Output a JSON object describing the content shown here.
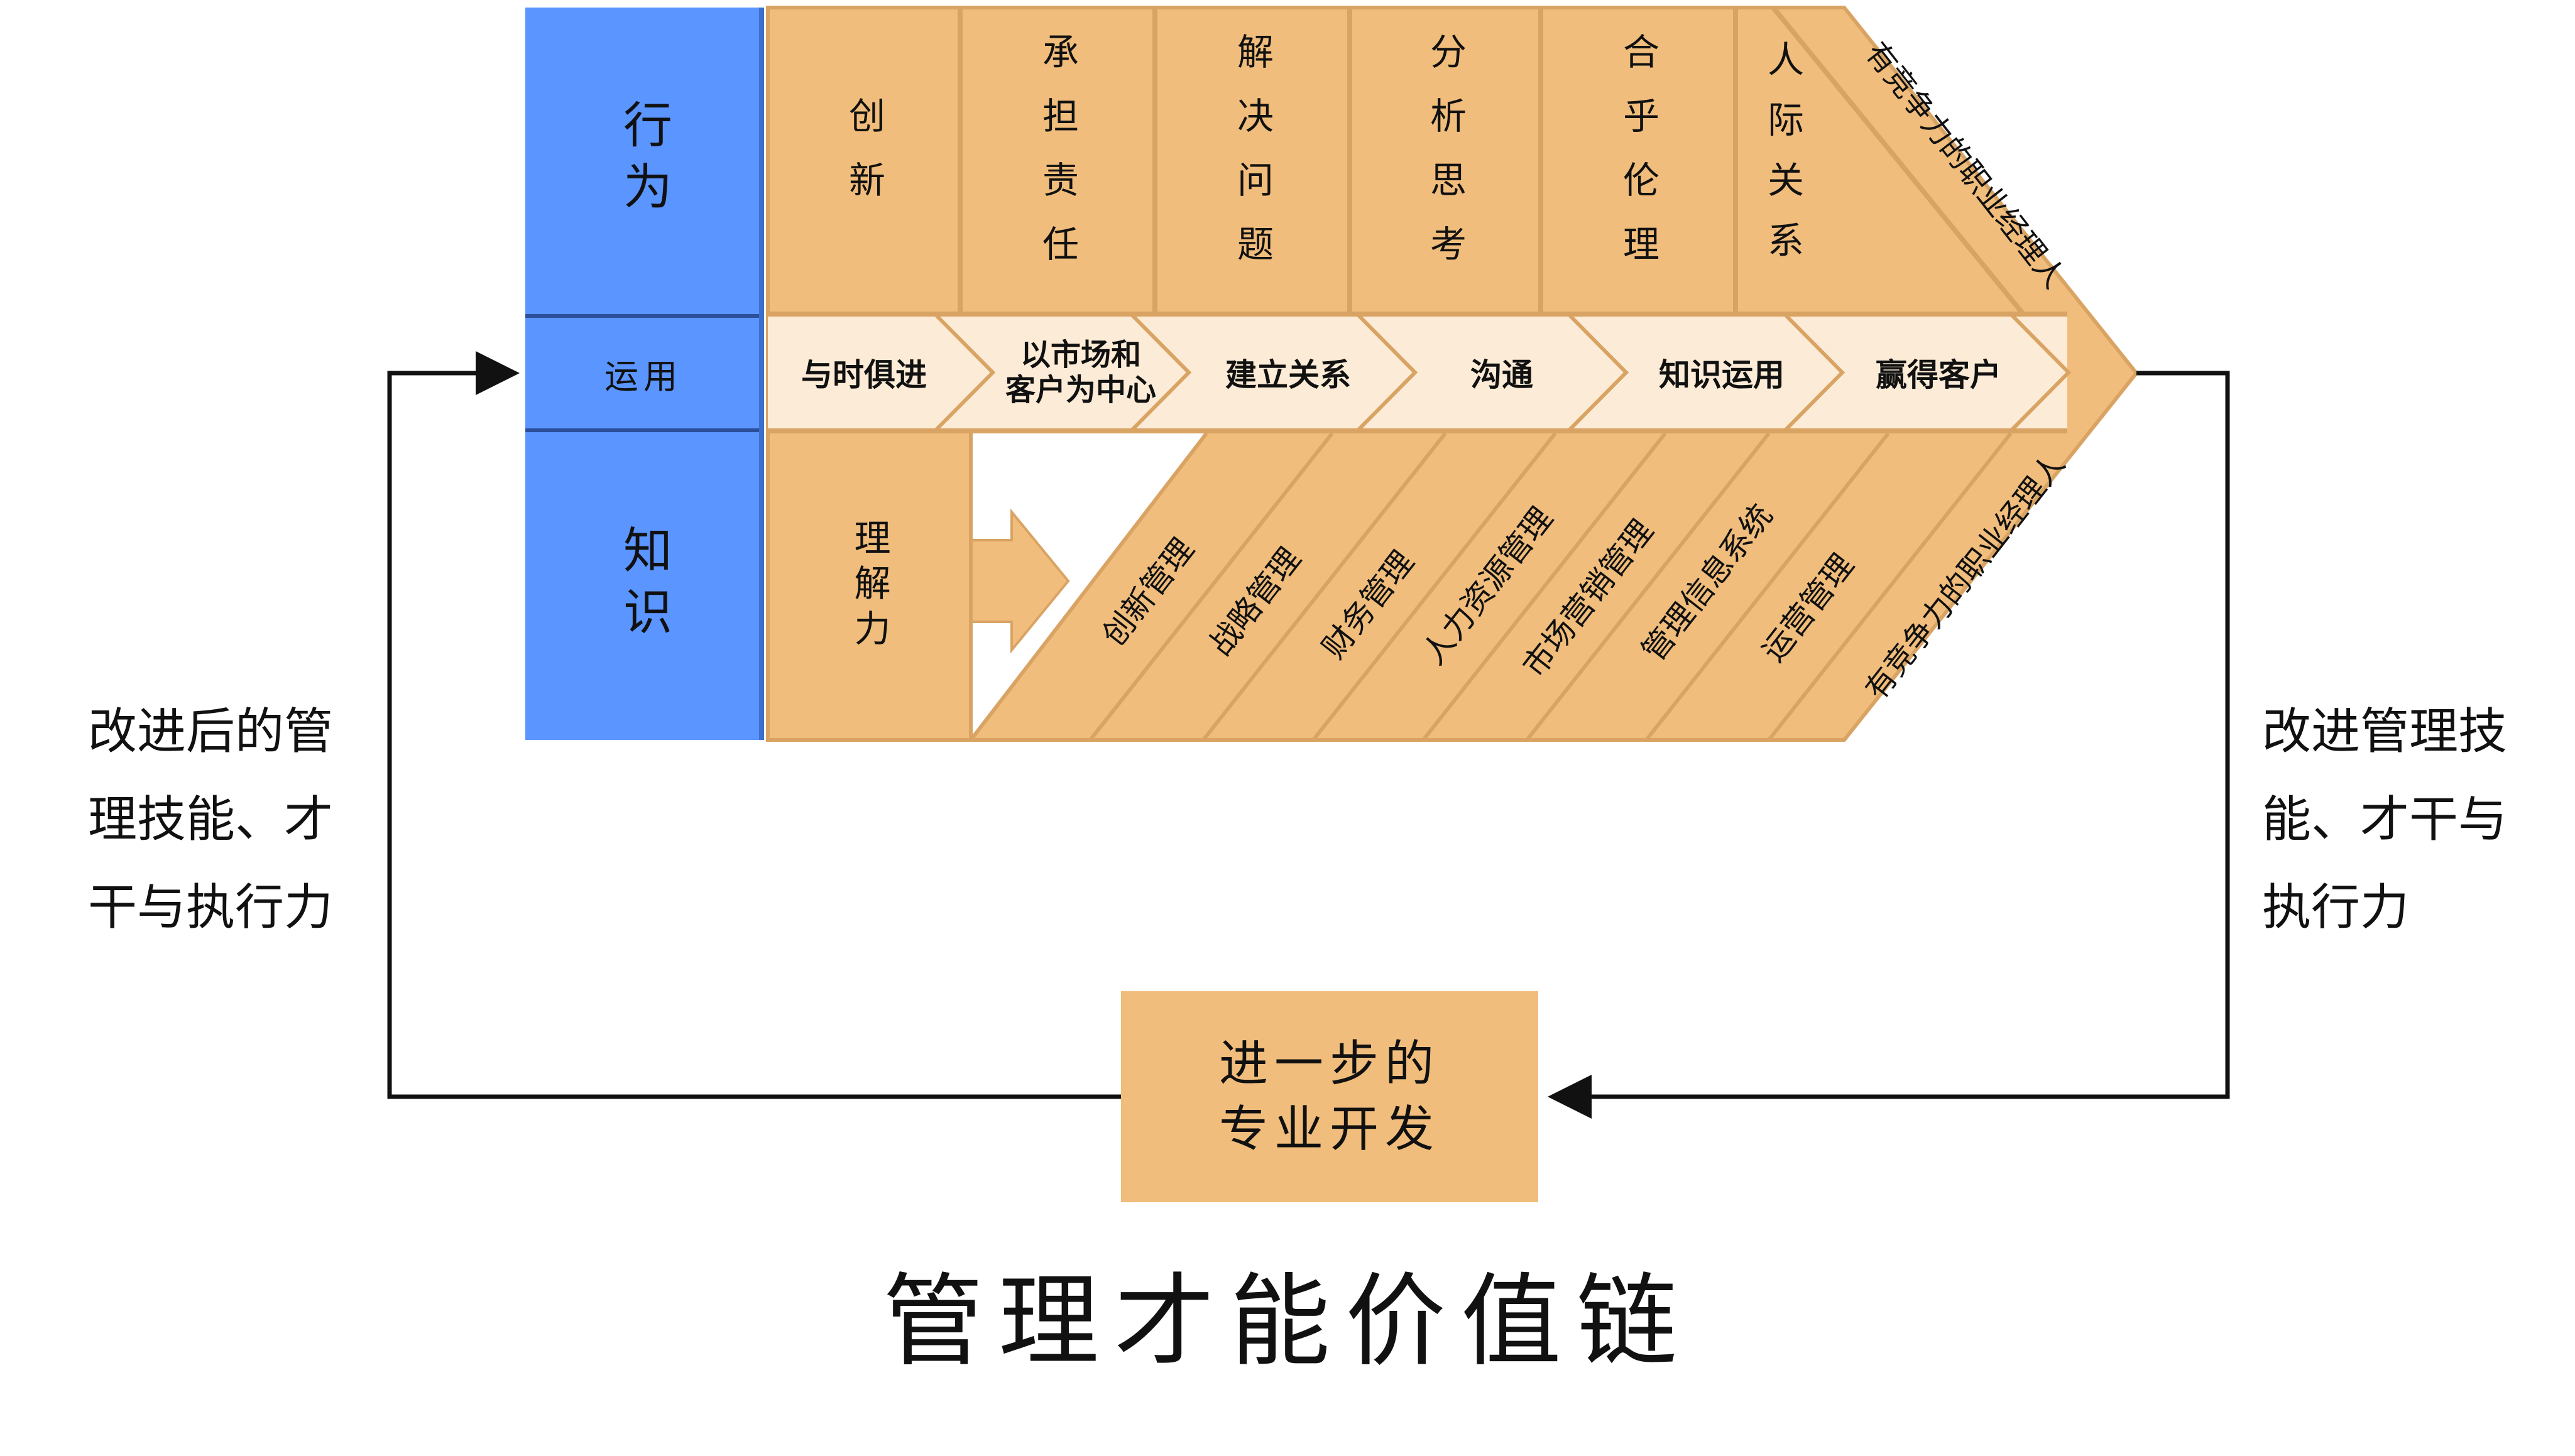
{
  "title": "管理才能价值链",
  "categories": {
    "behavior": "行为",
    "application": "运用",
    "knowledge": "知识"
  },
  "behaviors": [
    "创新",
    "承担责任",
    "解决问题",
    "分析思考",
    "合乎伦理",
    "人际关系"
  ],
  "applications": [
    "与时俱进",
    "以市场和客户为中心",
    "建立关系",
    "沟通",
    "知识运用",
    "赢得客户"
  ],
  "application_second_line": {
    "main": "以市场和",
    "sub": "客户为中心"
  },
  "knowledge_understanding": "理解力",
  "knowledge_items": [
    "创新管理",
    "战略管理",
    "财务管理",
    "人力资源管理",
    "市场营销管理",
    "管理信息系统",
    "运营管理"
  ],
  "arrow_head_label": "有竞争力的职业经理人",
  "left_note": [
    "改进后的管",
    "理技能、才",
    "干与执行力"
  ],
  "right_note": [
    "改进管理技",
    "能、才干与",
    "执行力"
  ],
  "development_box": [
    "进一步的",
    "专业开发"
  ],
  "colors": {
    "blue": "#5b95ff",
    "orange": "#f0bd7c",
    "cream": "#fcebd6",
    "line": "#d9a463",
    "text": "#111111"
  }
}
